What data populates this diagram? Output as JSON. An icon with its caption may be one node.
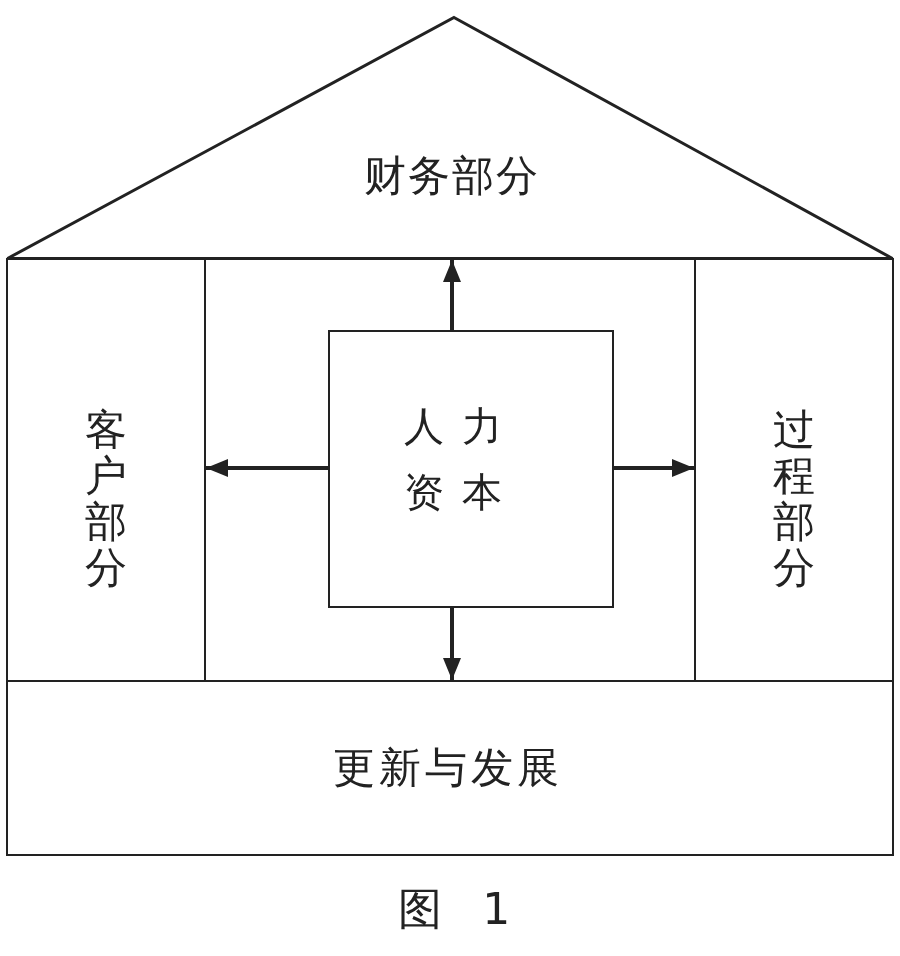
{
  "diagram": {
    "caption": "图 1",
    "nodes": [
      {
        "text": [
          "财务部分"
        ]
      },
      {
        "text": [
          "客户部分"
        ]
      },
      {
        "text": [
          "人力资本"
        ]
      },
      {
        "text": [
          "过程部分"
        ]
      },
      {
        "text": [
          "更新与发展"
        ]
      }
    ],
    "edges": [
      {
        "from": 2,
        "to": 0,
        "arrow": "to"
      },
      {
        "from": 2,
        "to": 1,
        "arrow": "to"
      },
      {
        "from": 2,
        "to": 3,
        "arrow": "to"
      },
      {
        "from": 2,
        "to": 4,
        "arrow": "to"
      }
    ]
  }
}
